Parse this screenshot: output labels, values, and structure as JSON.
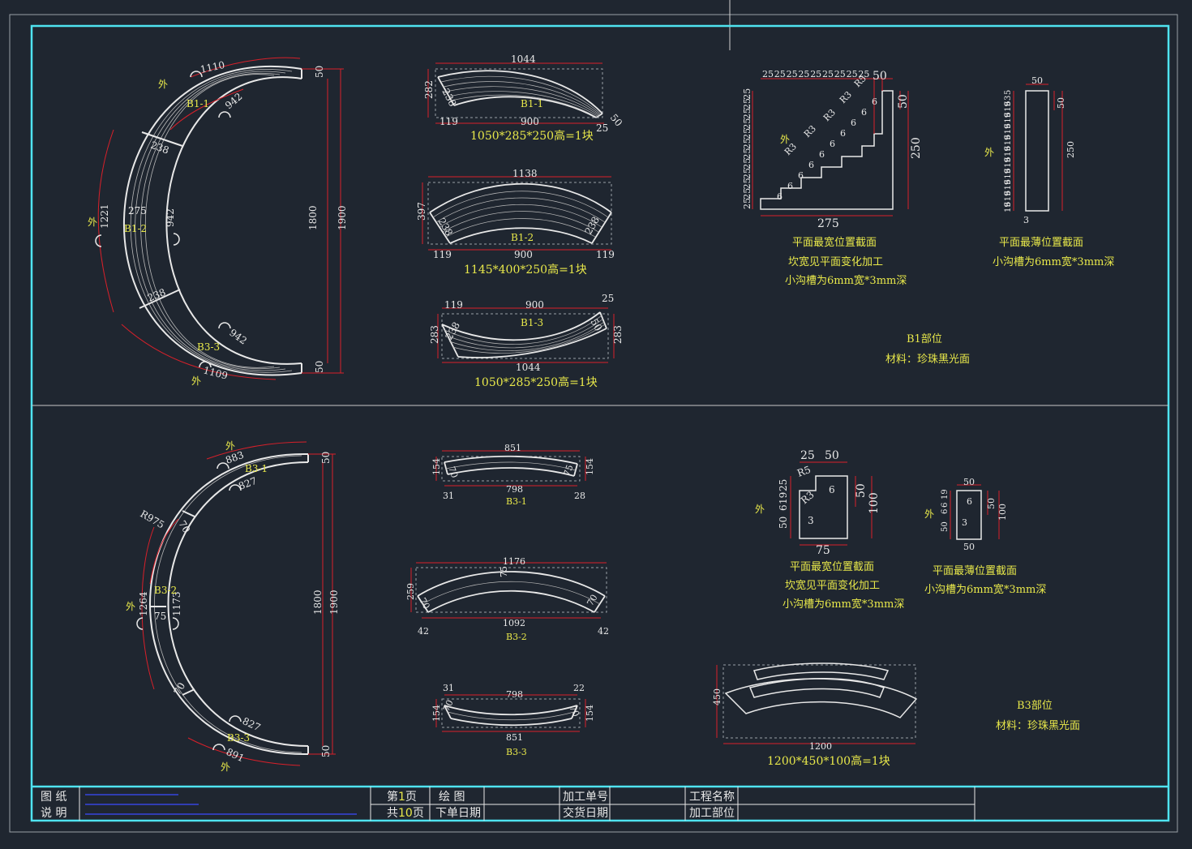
{
  "colors": {
    "background": "#1f2630",
    "border": "#4fe3f0",
    "dimension": "#d8202a",
    "text": "#e8e8e8",
    "label": "#e8e84a",
    "blue": "#3a4bff"
  },
  "b1": {
    "arc_labels": {
      "outer_top": "外",
      "outer_mid": "外",
      "outer_bot": "外",
      "top": "1110",
      "top_inner": "942",
      "mid_outer": "1221",
      "mid_inner": "942",
      "bot_inner": "942",
      "bot_outer": "1109",
      "seg_top": "B1-1",
      "seg_mid": "B1-2",
      "seg_bot": "B3-3",
      "w1": "238",
      "w2": "275",
      "w3": "238",
      "d50a": "50",
      "d50b": "50",
      "h1800": "1800",
      "h1900": "1900"
    },
    "p1": {
      "top": "1044",
      "left": "282",
      "diag": "238",
      "name": "B1-1",
      "bottom": "900",
      "bl": "119",
      "br": "25",
      "bd": "50",
      "spec": "1050*285*250高=1块"
    },
    "p2": {
      "top": "1138",
      "left": "397",
      "d1": "238",
      "d2": "238",
      "name": "B1-2",
      "bottom": "900",
      "bl": "119",
      "br": "119",
      "spec": "1145*400*250高=1块"
    },
    "p3": {
      "tl": "119",
      "top": "900",
      "tr": "25",
      "left": "283",
      "right": "283",
      "d1": "238",
      "d2": "50",
      "name": "B1-3",
      "bottom": "1044",
      "spec": "1050*285*250高=1块"
    },
    "sec_wide": {
      "steps": [
        "25",
        "25",
        "25",
        "25",
        "25",
        "25",
        "25",
        "25",
        "25"
      ],
      "top50": "50",
      "left": [
        "25",
        "25",
        "25",
        "25",
        "25",
        "25",
        "25",
        "25",
        "25",
        "25",
        "25",
        "25"
      ],
      "r": [
        "R5",
        "R3",
        "R3",
        "R3",
        "R3"
      ],
      "six": [
        "6",
        "6",
        "6",
        "6",
        "6",
        "6",
        "6",
        "6",
        "6",
        "6"
      ],
      "right50": "50",
      "right250": "250",
      "bottom": "275",
      "outer": "外",
      "cap1": "平面最宽位置截面",
      "cap2": "坎宽见平面变化加工",
      "cap3": "小沟槽为6mm宽*3mm深"
    },
    "sec_thin": {
      "top": "50",
      "left": [
        "19",
        "6",
        "19",
        "6",
        "19",
        "6",
        "19",
        "6",
        "19",
        "6",
        "19",
        "6",
        "19",
        "6",
        "19",
        "6",
        "19",
        "6",
        "19",
        "6",
        "3",
        "5"
      ],
      "right50": "50",
      "right250": "250",
      "bottom": "3",
      "outer": "外",
      "cap1": "平面最薄位置截面",
      "cap2": "小沟槽为6mm宽*3mm深"
    },
    "part": "B1部位",
    "material": "材料：珍珠黑光面"
  },
  "b3": {
    "arc_labels": {
      "outer_top": "外",
      "outer_mid": "外",
      "outer_bot": "外",
      "top": "883",
      "top_inner": "827",
      "r": "R975",
      "mid_outer": "1264",
      "mid_inner": "1173",
      "bot_inner": "827",
      "bot_outer": "891",
      "seg_top": "B3-1",
      "seg_mid": "B3-2",
      "seg_bot": "B3-3",
      "w1": "70",
      "w2": "75",
      "w3": "70",
      "d50a": "50",
      "d50b": "50",
      "h1800": "1800",
      "h1900": "1900"
    },
    "p1": {
      "top": "851",
      "left": "154",
      "right": "154",
      "d1": "70",
      "d2": "75",
      "bottom": "798",
      "bl": "31",
      "br": "28",
      "name": "B3-1"
    },
    "p2": {
      "top": "1176",
      "left": "259",
      "d1": "70",
      "d2": "75",
      "d3": "70",
      "bottom": "1092",
      "bl": "42",
      "br": "42",
      "name": "B3-2"
    },
    "p3": {
      "tl": "31",
      "top": "798",
      "tr": "22",
      "left": "154",
      "right": "154",
      "d1": "70",
      "d2": "70",
      "bottom": "851",
      "name": "B3-3"
    },
    "sec_wide": {
      "top25": "25",
      "top50": "50",
      "r5": "R5",
      "r3": "R3",
      "left": [
        "25",
        "19",
        "6",
        "50"
      ],
      "six": "6",
      "three": "3",
      "right50": "50",
      "right100": "100",
      "bottom": "75",
      "outer": "外",
      "cap1": "平面最宽位置截面",
      "cap2": "坎宽见平面变化加工",
      "cap3": "小沟槽为6mm宽*3mm深"
    },
    "sec_thin": {
      "top": "50",
      "left": [
        "19",
        "6",
        "6",
        "50"
      ],
      "six": "6",
      "three": "3",
      "right50": "50",
      "right100": "100",
      "bottom": "50",
      "outer": "外",
      "cap1": "平面最薄位置截面",
      "cap2": "小沟槽为6mm宽*3mm深"
    },
    "block": {
      "left": "450",
      "bottom": "1200",
      "spec": "1200*450*100高=1块"
    },
    "part": "B3部位",
    "material": "材料：珍珠黑光面"
  },
  "title_block": {
    "notes_label_1": "图  纸",
    "notes_label_2": "说  明",
    "page_prefix": "第",
    "page_num": "1",
    "page_suffix": "页",
    "total_prefix": "共",
    "total_num": "10",
    "total_suffix": "页",
    "draw": "绘    图",
    "order_date": "下单日期",
    "job_no": "加工单号",
    "delivery": "交货日期",
    "project": "工程名称",
    "part": "加工部位"
  }
}
